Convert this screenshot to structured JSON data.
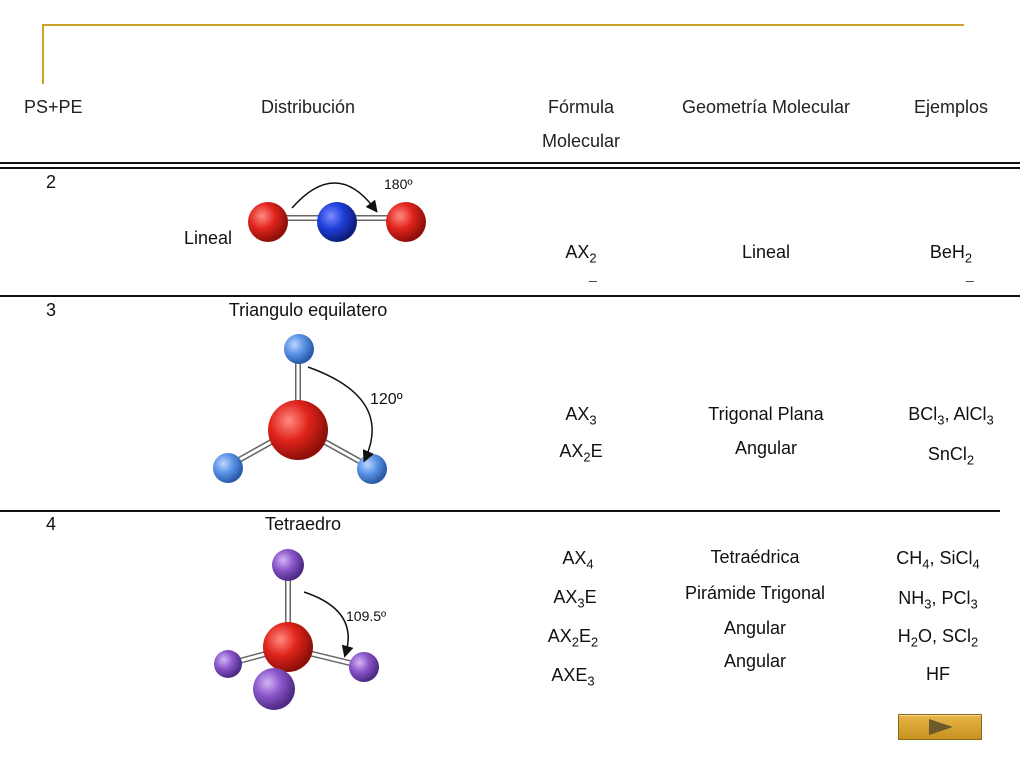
{
  "header": {
    "col_pe": "PS+PE",
    "col_dist": "Distribución",
    "col_formula_1": "Fórmula",
    "col_formula_2": "Molecular",
    "col_geom": "Geometría Molecular",
    "col_examples": "Ejemplos"
  },
  "rows": [
    {
      "pe": "2",
      "dist_label": "Lineal",
      "angle": "180º",
      "formulas": [
        {
          "base": "AX",
          "sub": "2",
          "rest": ""
        }
      ],
      "geometries": [
        "Lineal"
      ],
      "examples": [
        [
          {
            "t": "BeH"
          },
          {
            "s": "2"
          }
        ]
      ]
    },
    {
      "pe": "3",
      "dist_label": "Triangulo equilatero",
      "angle": "120º",
      "formulas": [
        {
          "base": "AX",
          "sub": "3",
          "rest": ""
        },
        {
          "base": "AX",
          "sub": "2",
          "rest": "E"
        }
      ],
      "geometries": [
        "Trigonal Plana",
        "Angular"
      ],
      "examples": [
        [
          {
            "t": "BCl"
          },
          {
            "s": "3"
          },
          {
            "t": ", AlCl"
          },
          {
            "s": "3"
          }
        ],
        [
          {
            "t": "SnCl"
          },
          {
            "s": "2"
          }
        ]
      ]
    },
    {
      "pe": "4",
      "dist_label": "Tetraedro",
      "angle": "109.5º",
      "formulas": [
        {
          "base": "AX",
          "sub": "4",
          "rest": ""
        },
        {
          "base": "AX",
          "sub": "3",
          "rest": "E"
        },
        {
          "base": "AX",
          "sub": "2",
          "rest": "E",
          "sub2": "2"
        },
        {
          "base": "AXE",
          "sub": "3",
          "rest": ""
        }
      ],
      "geometries": [
        "Tetraédrica",
        "Pirámide Trigonal",
        "Angular",
        "Angular"
      ],
      "examples": [
        [
          {
            "t": "CH"
          },
          {
            "s": "4"
          },
          {
            "t": ", SiCl"
          },
          {
            "s": "4"
          }
        ],
        [
          {
            "t": "NH"
          },
          {
            "s": "3"
          },
          {
            "t": ", PCl"
          },
          {
            "s": "3"
          }
        ],
        [
          {
            "t": "H"
          },
          {
            "s": "2"
          },
          {
            "t": "O, SCl"
          },
          {
            "s": "2"
          }
        ],
        [
          {
            "t": "HF"
          }
        ]
      ]
    }
  ],
  "colors": {
    "frame": "#c9a227",
    "oxygen_red": "#e0241c",
    "carbon_blue": "#1f3fd8",
    "light_blue": "#5b93e6",
    "purple": "#8a55c9"
  },
  "nav": {
    "next_icon": "play-arrow-icon"
  }
}
